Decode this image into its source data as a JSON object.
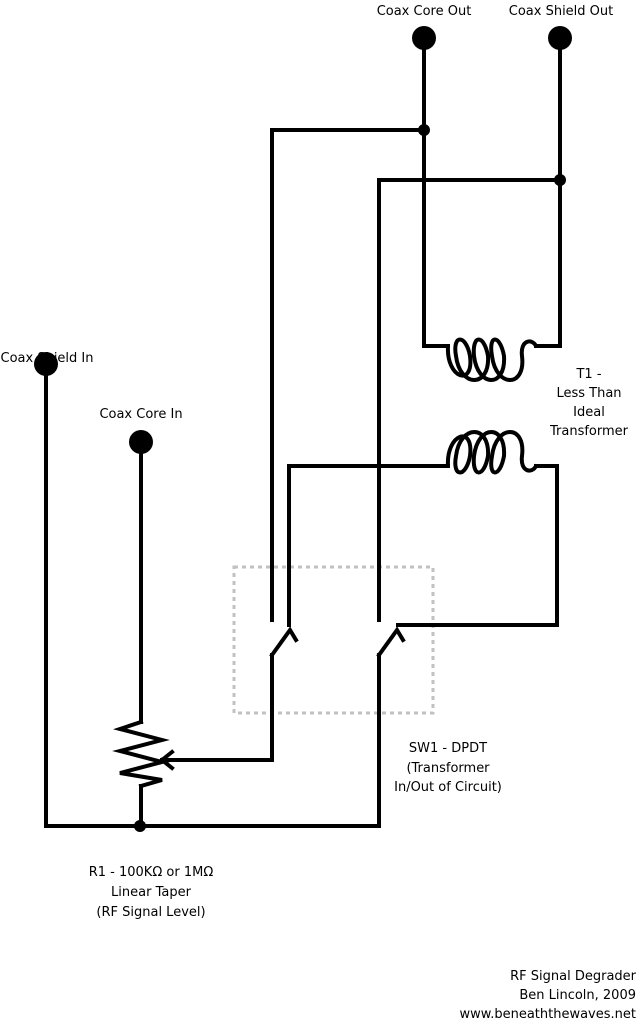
{
  "terminals": {
    "coax_core_out": "Coax Core Out",
    "coax_shield_out": "Coax Shield Out",
    "coax_shield_in": "Coax Shield In",
    "coax_core_in": "Coax Core In"
  },
  "transformer": {
    "line1": "T1 -",
    "line2": "Less Than",
    "line3": "Ideal",
    "line4": "Transformer"
  },
  "switch": {
    "line1": "SW1 - DPDT",
    "line2": "(Transformer",
    "line3": "In/Out of Circuit)"
  },
  "resistor": {
    "line1": "R1 - 100KΩ or 1MΩ",
    "line2": "Linear Taper",
    "line3": "(RF Signal Level)"
  },
  "credits": {
    "line1": "RF Signal Degrader",
    "line2": "Ben Lincoln, 2009",
    "line3": "www.beneaththewaves.net"
  },
  "colors": {
    "wire": "#000000",
    "switch_outline": "#c2c2c2",
    "background": "#ffffff"
  }
}
